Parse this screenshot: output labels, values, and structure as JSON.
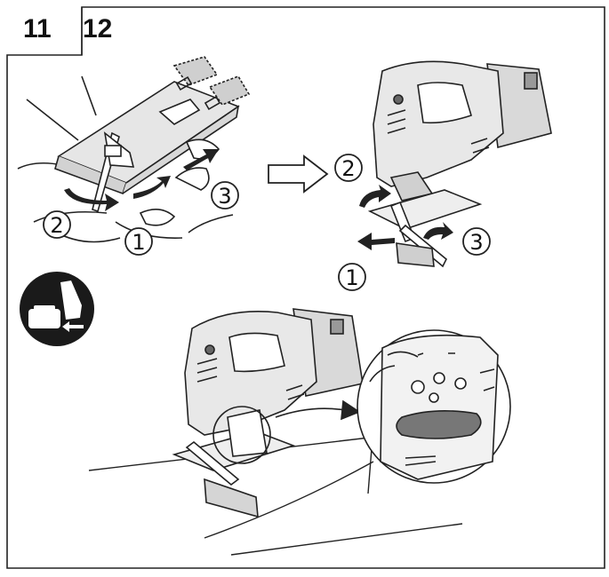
{
  "figures": {
    "previous": "11",
    "current": "12"
  },
  "steps": {
    "top_left": [
      "1",
      "2",
      "3"
    ],
    "top_right": [
      "1",
      "2",
      "3"
    ]
  },
  "colors": {
    "line": "#222222",
    "shade": "#cfcfcf",
    "dark_shade": "#777777",
    "badge": "#1a1a1a"
  },
  "icons": [
    "battery-removed-icon",
    "arrow-right-icon",
    "rotate-arrow-icon",
    "magnifier-callout-icon"
  ]
}
